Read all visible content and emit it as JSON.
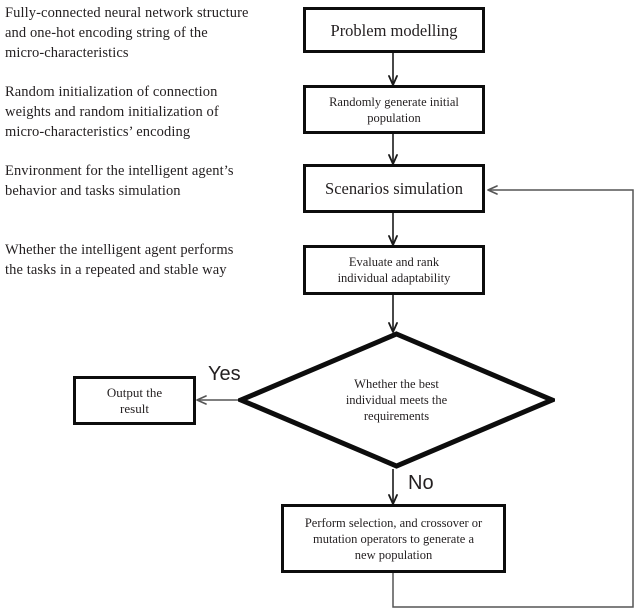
{
  "diagram": {
    "title": "Evolutionary neural network design flowchart",
    "stroke_color": "#0d0d0d",
    "text_color": "#231f20",
    "background": "#ffffff"
  },
  "annotations": [
    {
      "id": "annot-structure",
      "text": "Fully-connected neural network structure\nand one-hot encoding string of the\nmicro-characteristics"
    },
    {
      "id": "annot-initialization",
      "text": "Random initialization of connection\nweights and random initialization of\nmicro-characteristics’ encoding"
    },
    {
      "id": "annot-environment",
      "text": "Environment for the intelligent agent’s\nbehavior and tasks simulation"
    },
    {
      "id": "annot-stability",
      "text": "Whether the intelligent agent performs\nthe tasks in a repeated and stable way"
    }
  ],
  "nodes": {
    "problem": {
      "label": "Problem modelling"
    },
    "initpop": {
      "label": "Randomly generate initial\npopulation"
    },
    "scenarios": {
      "label": "Scenarios simulation"
    },
    "evaluate": {
      "label": "Evaluate and rank\nindividual adaptability"
    },
    "decision": {
      "label": "Whether the best\nindividual meets the\nrequirements"
    },
    "output": {
      "label": "Output the\nresult"
    },
    "operators": {
      "label": "Perform selection, and crossover or\nmutation operators to generate a\nnew population"
    }
  },
  "branch_labels": {
    "yes": "Yes",
    "no": "No"
  }
}
